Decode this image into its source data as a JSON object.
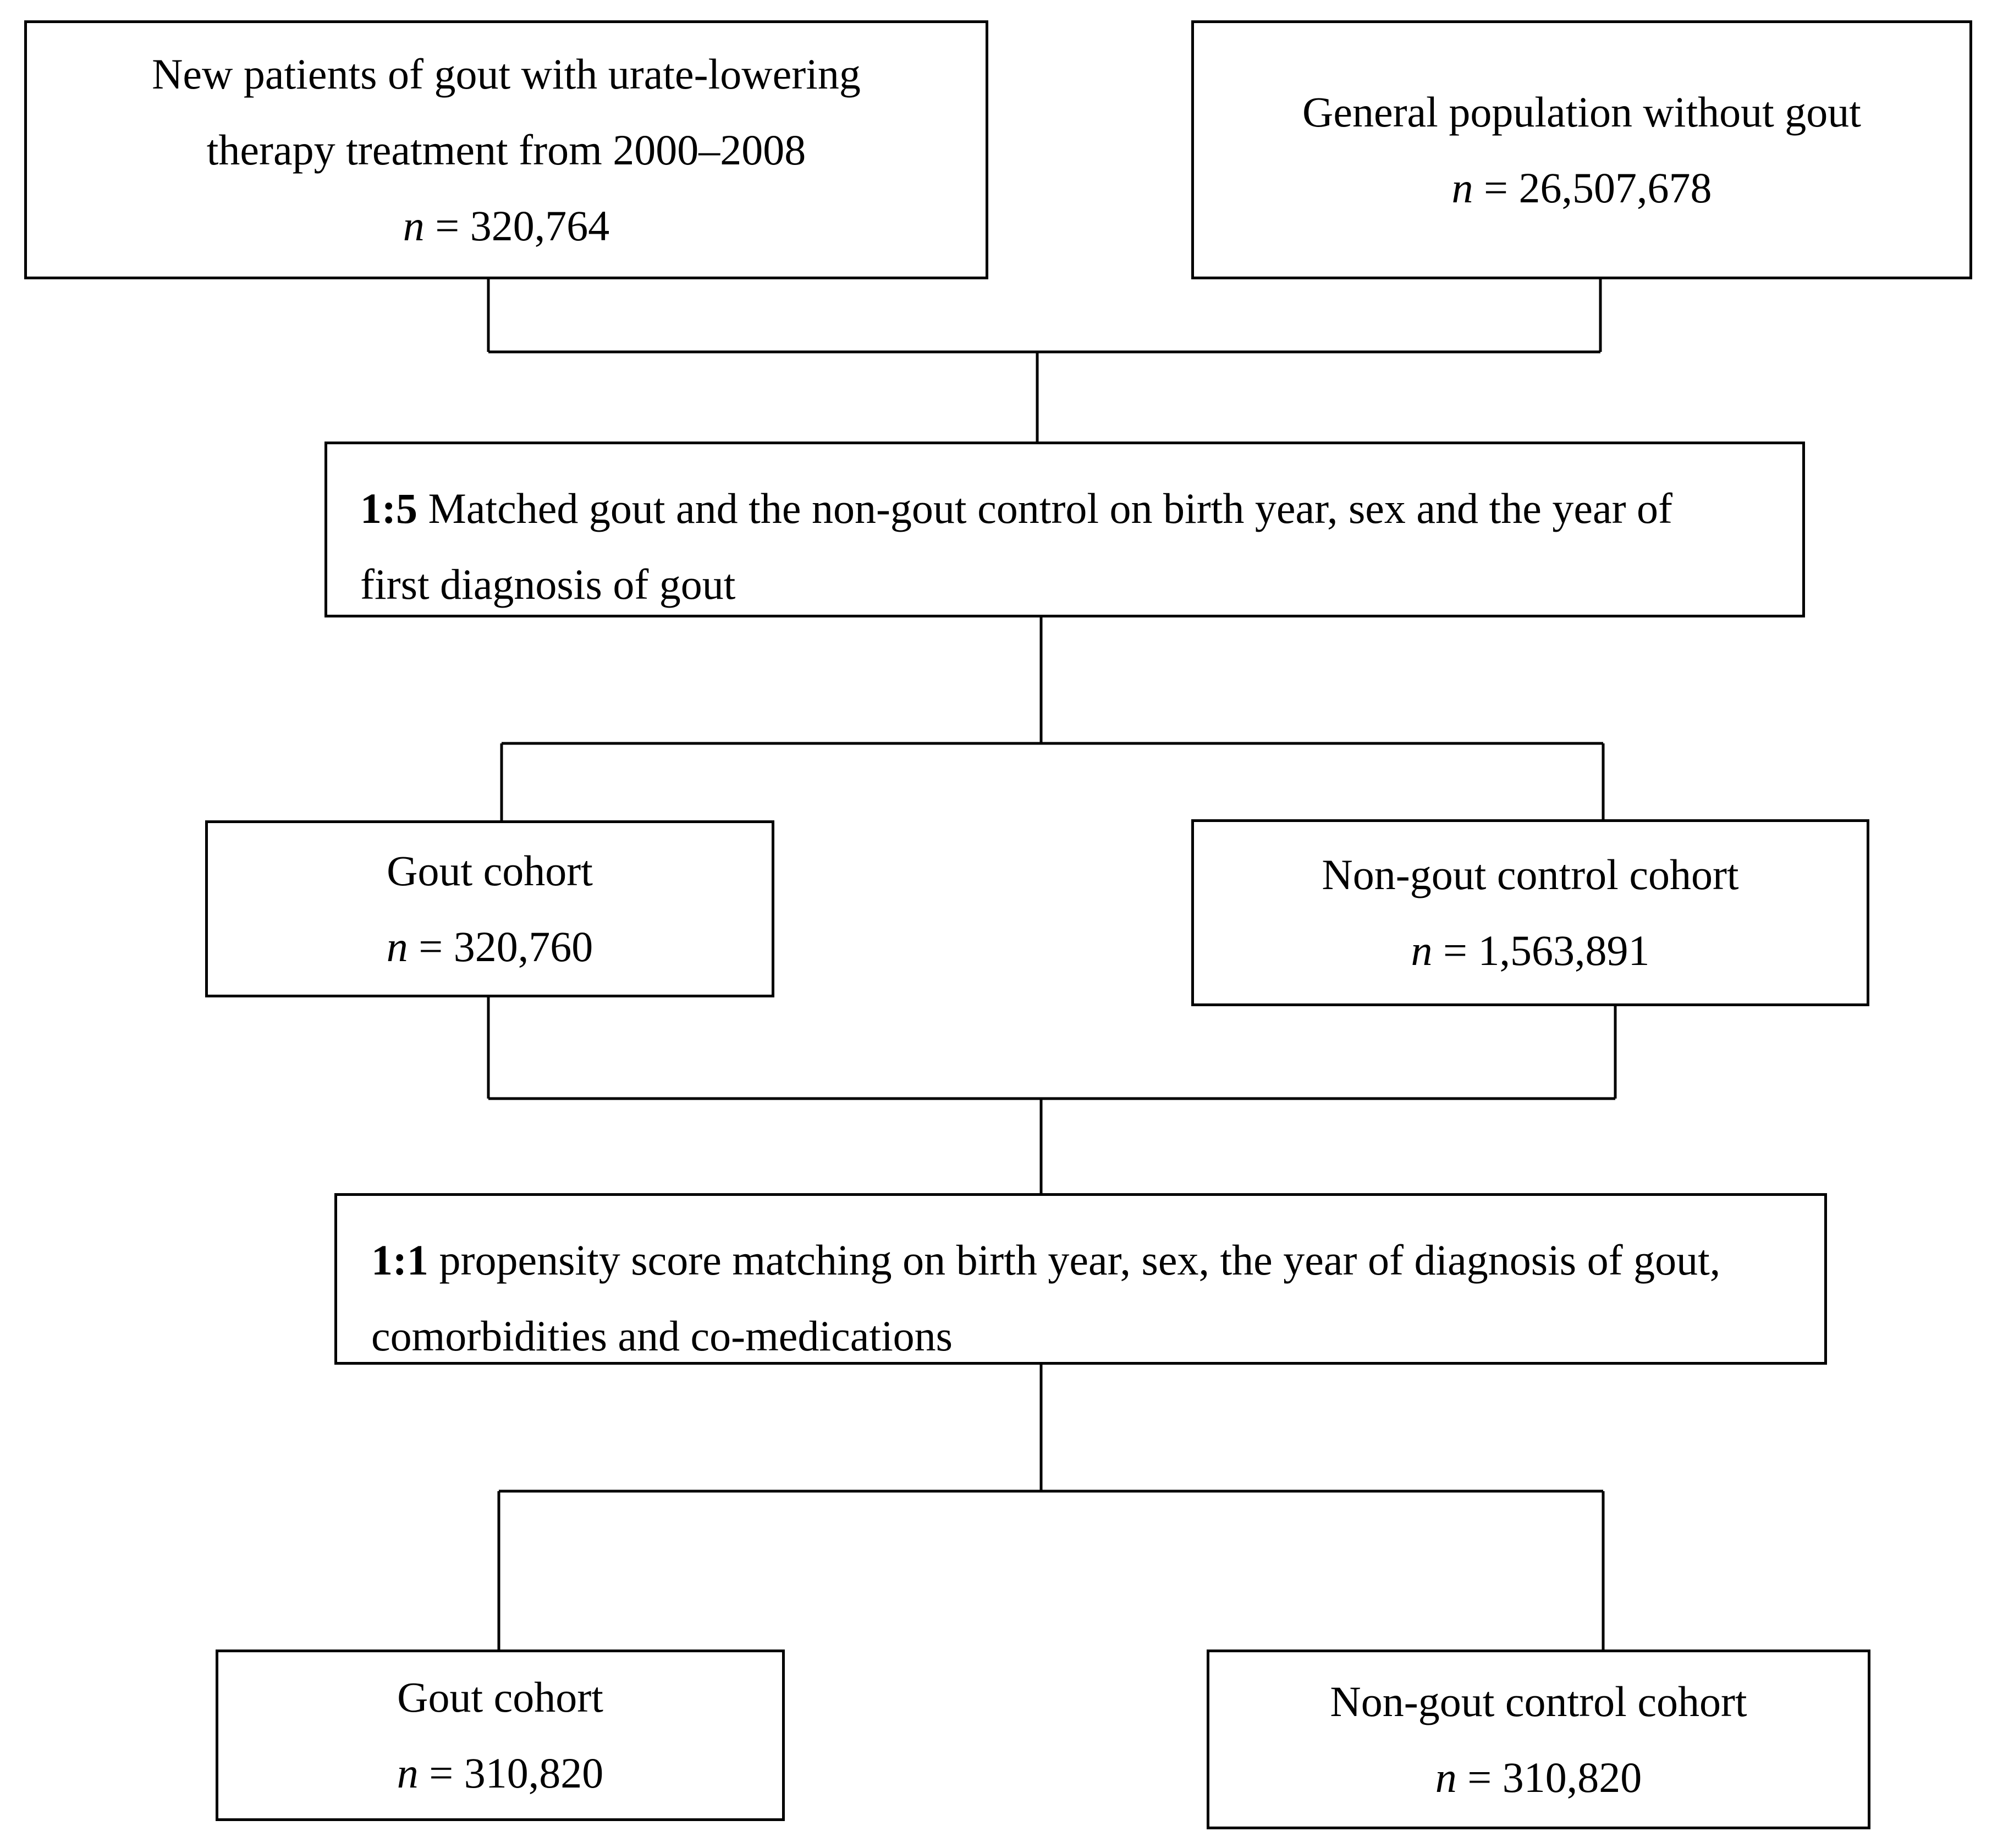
{
  "boxes": {
    "gout_source": {
      "lines": [
        "New patients of gout with urate-lowering",
        "therapy treatment from 2000–2008"
      ],
      "n_label": "n",
      "n_value": " = 320,764"
    },
    "general_population": {
      "lines": [
        "General population without gout"
      ],
      "n_label": "n",
      "n_value": " = 26,507,678"
    },
    "match_1_5": {
      "bold_prefix": "1:5",
      "line1_rest": " Matched gout and the non-gout control on birth year, sex and the year of",
      "line2": "first diagnosis of gout"
    },
    "gout_cohort_1": {
      "lines": [
        "Gout cohort"
      ],
      "n_label": "n",
      "n_value": " = 320,760"
    },
    "control_cohort_1": {
      "lines": [
        "Non-gout control cohort"
      ],
      "n_label": "n",
      "n_value": " = 1,563,891"
    },
    "match_1_1": {
      "bold_prefix": "1:1",
      "line1_rest": " propensity score matching on birth year, sex, the year of diagnosis of gout,",
      "line2": "comorbidities and co-medications"
    },
    "gout_cohort_2": {
      "lines": [
        "Gout cohort"
      ],
      "n_label": "n",
      "n_value": " = 310,820"
    },
    "control_cohort_2": {
      "lines": [
        "Non-gout control cohort"
      ],
      "n_label": "n",
      "n_value": " = 310,820"
    }
  }
}
